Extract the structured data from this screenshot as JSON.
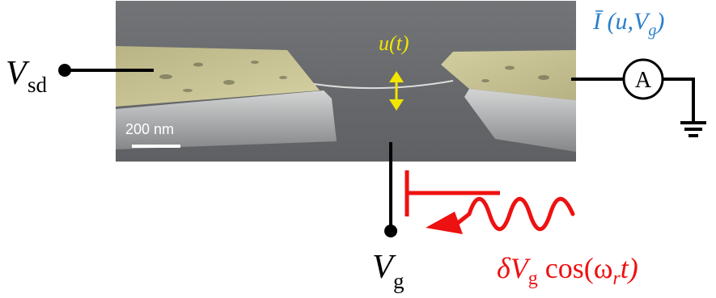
{
  "labels": {
    "source_drain": {
      "symbol": "V",
      "subscript": "sd"
    },
    "gate": {
      "symbol": "V",
      "subscript": "g"
    },
    "displacement": "u(t)",
    "current": {
      "prefix": "Ī (u,V",
      "subscript": "g",
      "suffix": ")"
    },
    "ammeter": "A",
    "scale_bar": "200 nm",
    "rf_drive": {
      "delta": "δV",
      "subscript_g": "g",
      "cos": " cos(ω",
      "subscript_r": "r",
      "tail": "t)"
    }
  },
  "colors": {
    "wiring": "#000000",
    "displacement": "#f2e600",
    "current": "#2a7fc9",
    "rf_drive": "#ee1111",
    "sem_background": "#6f7174",
    "electrode": "#cfc996",
    "scale_bar": "#ffffff"
  },
  "icons": {
    "ground": "ground-icon",
    "ammeter": "ammeter-icon",
    "wave": "wavy-arrow-icon",
    "gate_plate": "capacitor-plate-icon"
  }
}
